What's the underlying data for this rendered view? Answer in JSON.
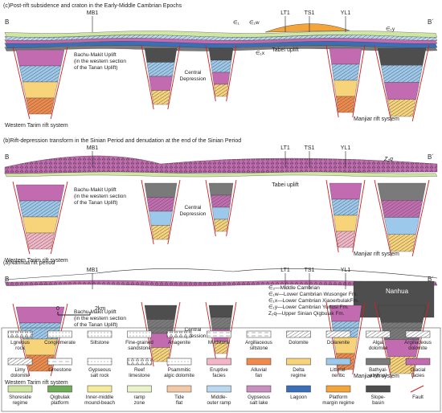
{
  "panels": [
    {
      "title": "(c)Post-rift subsidence and craton in the Early-Middle Cambrian Epochs",
      "left_end": "B",
      "right_end": "B´",
      "wells": [
        "MB1",
        "LT1",
        "TS1",
        "YL1"
      ],
      "uplift_label": [
        "Bachu-Makit Uplift",
        "(in the western section",
        "of the Tanan Uplift)"
      ],
      "central_label": [
        "Central",
        "Depression"
      ],
      "tabei_label": "Tabei uplift",
      "rift_west": "Western Tarim rift system",
      "rift_east": "Manjiar rift system",
      "unit_labels": [
        "∈₁",
        "∈₁w",
        "∈₁x",
        "∈₁y"
      ]
    },
    {
      "title": "(b)Rift-depression transform in the Sinian Period and denudation at the end of the Sinian Period",
      "left_end": "B",
      "right_end": "B´",
      "wells": [
        "MB1",
        "LT1",
        "TS1",
        "YL1"
      ],
      "uplift_label": [
        "Bachu-Makit Uplift",
        "(in the western section",
        "of the Tanan Uplift)"
      ],
      "central_label": [
        "Central",
        "Depression"
      ],
      "tabei_label": "Tabei uplift",
      "rift_west": "Western Tarim rift system",
      "rift_east": "Manjiar rift system",
      "unit_labels": [
        "Z₂q"
      ]
    },
    {
      "title": "(a)Nanhua rift period",
      "left_end": "B",
      "right_end": "B´",
      "wells": [
        "MB1",
        "LT1",
        "TS1",
        "YL1"
      ],
      "uplift_label": [
        "Bachu-Makit Uplift",
        "(in the western section",
        "of the Tanan Uplift)"
      ],
      "central_label": [
        "Central",
        "Depression"
      ],
      "nanhua_label": "Nanhua",
      "rift_west": "Western Tarim rift system",
      "rift_east": "Manjiar rift system",
      "unit_labels": []
    }
  ],
  "explanations": [
    "∈₂—Middle Cambrian",
    "∈₁w—Lower Cambrian Wusonger Fm.",
    "∈₁x—Lower Cambrian XiaoerbulakFm.",
    "∈₁y—Lower Cambrian Yurtusi Fm.",
    "Z₂q—Upper Sinian Qigbulak Fm."
  ],
  "scale": {
    "start": "0",
    "end": "2km"
  },
  "legend_row1": [
    {
      "lines": [
        "Lgneous",
        "rock"
      ],
      "pattern": "igneous"
    },
    {
      "lines": [
        "Conglomerate"
      ],
      "pattern": "conglomerate"
    },
    {
      "lines": [
        "Siltstone"
      ],
      "pattern": "siltstone"
    },
    {
      "lines": [
        "Fine-grained",
        "sandstone"
      ],
      "pattern": "sandstone"
    },
    {
      "lines": [
        "Anagenite"
      ],
      "pattern": "anagenite"
    },
    {
      "lines": [
        "Mudstone"
      ],
      "pattern": "mudstone"
    },
    {
      "lines": [
        "Argillaceous",
        "siltstone"
      ],
      "pattern": "argsilt"
    },
    {
      "lines": [
        "Dolomite"
      ],
      "pattern": "dolomite"
    },
    {
      "lines": [
        "Dolarenite"
      ],
      "pattern": "dolarenite"
    },
    {
      "lines": [
        "Algal",
        "dolomite"
      ],
      "pattern": "algal"
    },
    {
      "lines": [
        "Argillaceous",
        "dolomite"
      ],
      "pattern": "argdol"
    }
  ],
  "legend_row2": [
    {
      "lines": [
        "Limy",
        "dolomite"
      ],
      "pattern": "limydol"
    },
    {
      "lines": [
        "Limestone"
      ],
      "pattern": "limestone"
    },
    {
      "lines": [
        "Gypseous",
        "salt rock"
      ],
      "pattern": "gypsalt"
    },
    {
      "lines": [
        "Reef",
        "limestone"
      ],
      "pattern": "reef"
    },
    {
      "lines": [
        "Psammitic",
        "algic dolomite"
      ],
      "pattern": "psammitic"
    },
    {
      "lines": [
        "Eruptive",
        "facies"
      ],
      "color": "#f2b6c6"
    },
    {
      "lines": [
        "Alluvial",
        "fan"
      ],
      "color": "#f08a4b"
    },
    {
      "lines": [
        "Delta",
        "regime"
      ],
      "color": "#f7d37a"
    },
    {
      "lines": [
        "Littoral-",
        "neritic"
      ],
      "color": "#9cc8ec"
    },
    {
      "lines": [
        "Bathyal-",
        "abyssal"
      ],
      "color": "#7a7a7a"
    },
    {
      "lines": [
        "Glacial",
        "facies"
      ],
      "color": "#c26bb0"
    }
  ],
  "legend_row3": [
    {
      "lines": [
        "Shoreside",
        "regime"
      ],
      "color": "#cfe6a2"
    },
    {
      "lines": [
        "Qigbulak",
        "platform"
      ],
      "color": "#6fae58"
    },
    {
      "lines": [
        "Inner-middle",
        "mound-beach"
      ],
      "color": "#f4ec9a"
    },
    {
      "lines": [
        "ramp",
        "zone"
      ],
      "color": "#e9f2c9"
    },
    {
      "lines": [
        "Tide",
        "flat"
      ],
      "color": "#f1c9a7"
    },
    {
      "lines": [
        "Middle-",
        "outer ramp"
      ],
      "color": "#b9d7ee"
    },
    {
      "lines": [
        "Gypseous",
        "salt lake"
      ],
      "color": "#c98fbf"
    },
    {
      "lines": [
        "Lagoon"
      ],
      "color": "#3a6fb7"
    },
    {
      "lines": [
        "Platform",
        "margin regime"
      ],
      "color": "#f3a53c"
    },
    {
      "lines": [
        "Slope-",
        "basin"
      ],
      "color": "#4e4e4e"
    },
    {
      "lines": [
        "Fault"
      ],
      "pattern": "fault"
    }
  ]
}
